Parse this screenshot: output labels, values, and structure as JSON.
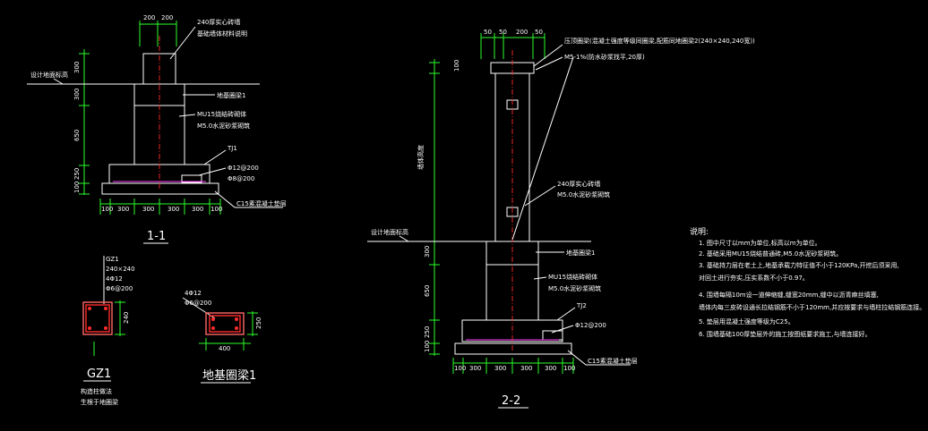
{
  "section_1_1": {
    "title": "1-1",
    "top_dims": [
      "200",
      "200"
    ],
    "left_dims": [
      "300",
      "300",
      "650",
      "250",
      "100"
    ],
    "bottom_dims": [
      "100",
      "300",
      "300",
      "300",
      "300",
      "100"
    ],
    "ground_label": "设计地面标高",
    "annotations": [
      "240厚实心砖墙",
      "基础墙体材料说明",
      "地基圈梁1",
      "MU15烧结砖砌体",
      "M5.0水泥砂浆砌筑",
      "TJ1",
      "Φ12@200",
      "Φ8@200",
      "C15素混凝土垫层"
    ]
  },
  "gz1": {
    "title": "GZ1",
    "spec": [
      "GZ1",
      "240×240",
      "4Φ12",
      "Φ6@200"
    ],
    "dim_right": "240",
    "notes": [
      "构造柱做法",
      "生根于地圈梁"
    ]
  },
  "beam1": {
    "title": "地基圈梁1",
    "spec": [
      "4Φ12",
      "Φ6@200"
    ],
    "dim_bottom": "400",
    "dim_right": "250"
  },
  "section_2_2": {
    "title": "2-2",
    "top_dims": [
      "50",
      "50",
      "200",
      "50"
    ],
    "left_dims": [
      "100",
      "墙体高度",
      "300",
      "650",
      "250",
      "100"
    ],
    "bottom_dims": [
      "100",
      "300",
      "300",
      "300",
      "300",
      "100"
    ],
    "ground_label": "设计地面标高",
    "annotations": [
      "压顶圈梁(混凝土强度等级同圈梁,配筋同地圈梁2(240×240,240宽))",
      "M5-1%(防水砂浆找平,20厚)",
      "240厚实心砖墙",
      "M5.0水泥砂浆砌筑",
      "地基圈梁1",
      "MU15烧结砖砌体",
      "M5.0水泥砂浆砌筑",
      "TJ2",
      "Φ12@200",
      "C15素混凝土垫层"
    ]
  },
  "notes": {
    "heading": "说明:",
    "items": [
      "1. 图中尺寸以mm为单位,标高以m为单位。",
      "2. 基础采用MU15烧结普通砖,M5.0水泥砂浆砌筑。",
      "3. 基础持力层在老土上,地基承载力特征值不小于120KPa,开挖后须采用,",
      "   对回土进行夯实,压实系数不小于0.97。",
      "4. 围墙每隔10m设一道伸缩缝,缝宽20mm,缝中以沥青麻丝填塞,",
      "   墙体内每三皮砖设通长拉结钢筋不小于120mm,并应按要求与墙柱拉结钢筋连接。",
      "5. 垫层用混凝土强度等级为C25。",
      "6. 围墙基础100厚垫层外的施工按图纸要求施工,与墙连接好。"
    ]
  }
}
